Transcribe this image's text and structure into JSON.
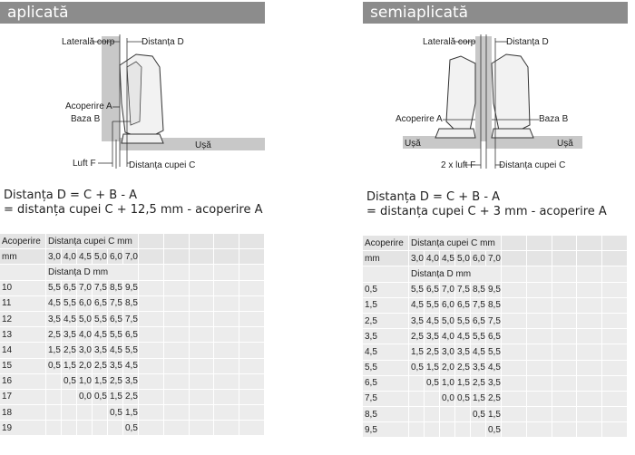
{
  "left": {
    "title": "aplicată",
    "labels": {
      "lateral": "Laterală corp",
      "distD": "Distanța D",
      "acoperire": "Acoperire A",
      "baza": "Baza B",
      "usa": "Ușă",
      "luft": "Luft F",
      "cupa": "Distanța cupei C"
    },
    "formula1": "Distanța D = C + B - A",
    "formula2": "= distanța cupei C + 12,5 mm - acoperire A",
    "table": {
      "h1a": "Acoperire",
      "h1b": "Distanța cupei C mm",
      "h2a": "mm",
      "cupa_values": [
        "3,0",
        "4,0",
        "4,5",
        "5,0",
        "6,0",
        "7,0"
      ],
      "h3": "Distanța D mm",
      "rows": [
        {
          "a": "10",
          "v": [
            "5,5",
            "6,5",
            "7,0",
            "7,5",
            "8,5",
            "9,5"
          ]
        },
        {
          "a": "11",
          "v": [
            "4,5",
            "5,5",
            "6,0",
            "6,5",
            "7,5",
            "8,5"
          ]
        },
        {
          "a": "12",
          "v": [
            "3,5",
            "4,5",
            "5,0",
            "5,5",
            "6,5",
            "7,5"
          ]
        },
        {
          "a": "13",
          "v": [
            "2,5",
            "3,5",
            "4,0",
            "4,5",
            "5,5",
            "6,5"
          ]
        },
        {
          "a": "14",
          "v": [
            "1,5",
            "2,5",
            "3,0",
            "3,5",
            "4,5",
            "5,5"
          ]
        },
        {
          "a": "15",
          "v": [
            "0,5",
            "1,5",
            "2,0",
            "2,5",
            "3,5",
            "4,5"
          ]
        },
        {
          "a": "16",
          "v": [
            "",
            "0,5",
            "1,0",
            "1,5",
            "2,5",
            "3,5"
          ]
        },
        {
          "a": "17",
          "v": [
            "",
            "",
            "0,0",
            "0,5",
            "1,5",
            "2,5"
          ]
        },
        {
          "a": "18",
          "v": [
            "",
            "",
            "",
            "",
            "0,5",
            "1,5"
          ]
        },
        {
          "a": "19",
          "v": [
            "",
            "",
            "",
            "",
            "",
            "0,5"
          ]
        }
      ]
    }
  },
  "right": {
    "title": "semiaplicată",
    "labels": {
      "lateral": "Laterală corp",
      "distD": "Distanța D",
      "acoperire": "Acoperire A",
      "baza": "Baza B",
      "usa_l": "Ușă",
      "usa_r": "Ușă",
      "luft": "2 x luft F",
      "cupa": "Distanța cupei C"
    },
    "formula1": "Distanța D = C + B - A",
    "formula2": "= distanța cupei C + 3 mm - acoperire A",
    "table": {
      "h1a": "Acoperire",
      "h1b": "Distanța cupei C mm",
      "h2a": "mm",
      "cupa_values": [
        "3,0",
        "4,0",
        "4,5",
        "5,0",
        "6,0",
        "7,0"
      ],
      "h3": "Distanța D mm",
      "rows": [
        {
          "a": "0,5",
          "v": [
            "5,5",
            "6,5",
            "7,0",
            "7,5",
            "8,5",
            "9,5"
          ]
        },
        {
          "a": "1,5",
          "v": [
            "4,5",
            "5,5",
            "6,0",
            "6,5",
            "7,5",
            "8,5"
          ]
        },
        {
          "a": "2,5",
          "v": [
            "3,5",
            "4,5",
            "5,0",
            "5,5",
            "6,5",
            "7,5"
          ]
        },
        {
          "a": "3,5",
          "v": [
            "2,5",
            "3,5",
            "4,0",
            "4,5",
            "5,5",
            "6,5"
          ]
        },
        {
          "a": "4,5",
          "v": [
            "1,5",
            "2,5",
            "3,0",
            "3,5",
            "4,5",
            "5,5"
          ]
        },
        {
          "a": "5,5",
          "v": [
            "0,5",
            "1,5",
            "2,0",
            "2,5",
            "3,5",
            "4,5"
          ]
        },
        {
          "a": "6,5",
          "v": [
            "",
            "0,5",
            "1,0",
            "1,5",
            "2,5",
            "3,5"
          ]
        },
        {
          "a": "7,5",
          "v": [
            "",
            "",
            "0,0",
            "0,5",
            "1,5",
            "2,5"
          ]
        },
        {
          "a": "8,5",
          "v": [
            "",
            "",
            "",
            "",
            "0,5",
            "1,5"
          ]
        },
        {
          "a": "9,5",
          "v": [
            "",
            "",
            "",
            "",
            "",
            "0,5"
          ]
        }
      ]
    }
  }
}
